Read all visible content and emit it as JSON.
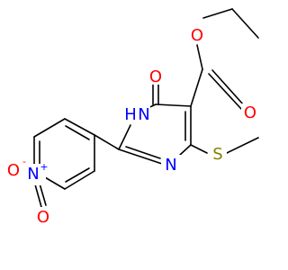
{
  "molecule": {
    "colors": {
      "oxygen": "#ff0000",
      "nitrogen": "#0000ff",
      "sulfur": "#808000",
      "carbon_bond": "#000000"
    },
    "labels": {
      "ester_o_top": "O",
      "ester_o_carbonyl": "O",
      "ring_oxo": "O",
      "nh": "H",
      "nh_n": "N",
      "ring_n": "N",
      "sulfur": "S",
      "nitro_n": "N",
      "nitro_n_charge": "+",
      "nitro_o_left": "O",
      "nitro_o_left_charge": "-",
      "nitro_o_bottom": "O"
    }
  }
}
